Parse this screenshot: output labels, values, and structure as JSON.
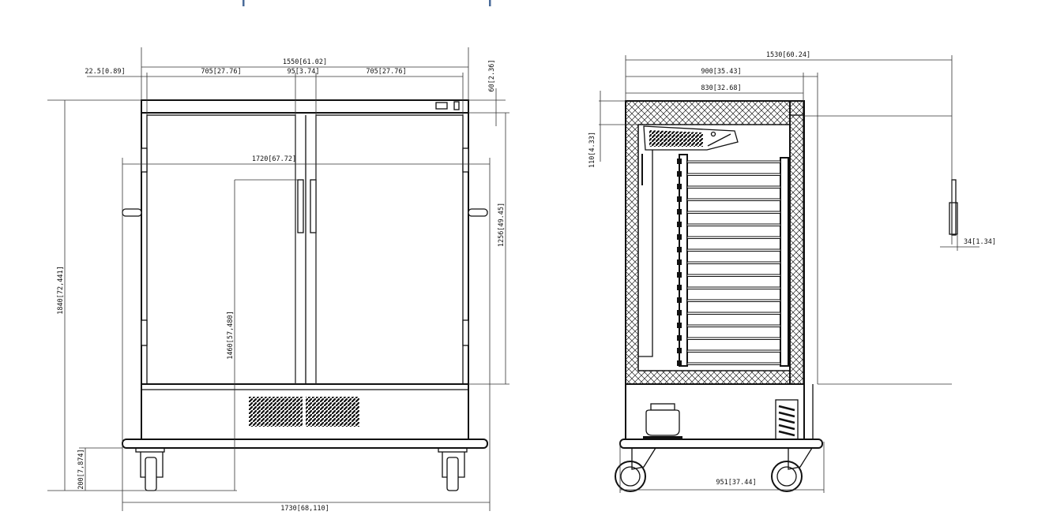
{
  "colors": {
    "line": "#111111",
    "accent_marker": "#4a6b99",
    "insulation_hatch": "#222222"
  },
  "front_view": {
    "dimensions": {
      "overall_width": "1550[61.02]",
      "side_offset": "22.5[0.89]",
      "door_left": "705[27.76]",
      "mullion": "95[3.74]",
      "door_right": "705[27.76]",
      "top_band": "60[2.36]",
      "handle_span": "1720[67.72]",
      "door_height": "1256[49.45]",
      "overall_height": "1840[72,441]",
      "handle_height": "1460[57,480]",
      "castor_height": "200[7,874]",
      "bumper_width": "1730[68,110]"
    }
  },
  "side_view": {
    "dimensions": {
      "overall_depth": "1530[60.24]",
      "body_depth": "900[35.43]",
      "inner_depth": "830[32.68]",
      "top_insulation": "110[4.33]",
      "handle_depth": "34[1.34]",
      "base_depth": "951[37.44]"
    },
    "shelf_count": 17
  }
}
